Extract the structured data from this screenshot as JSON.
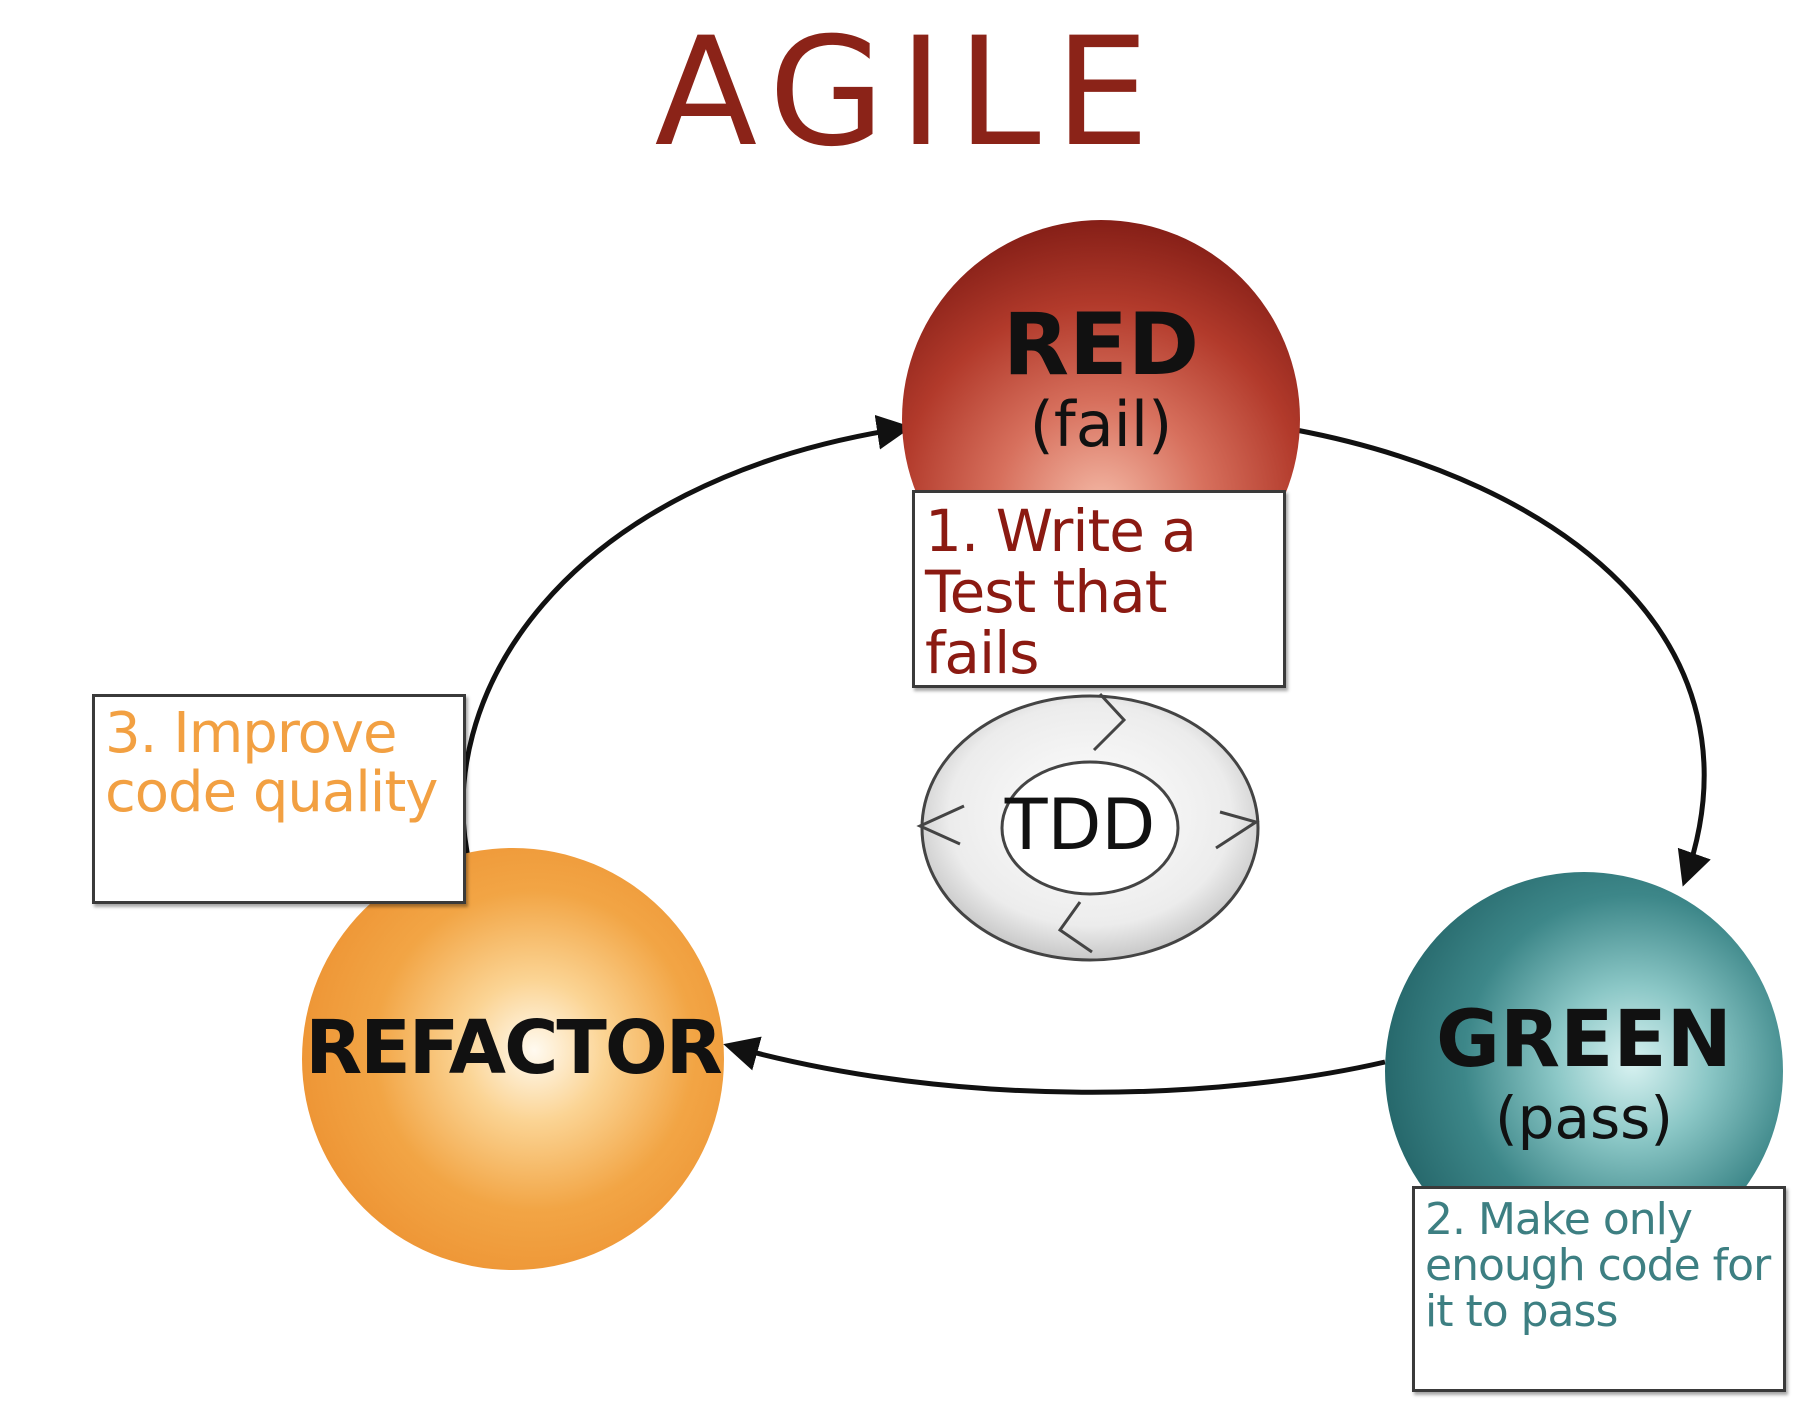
{
  "title": "AGILE",
  "stages": {
    "red": {
      "name": "RED",
      "status": "(fail)",
      "step": "1. Write a Test that fails",
      "color": "#b23a2b"
    },
    "green": {
      "name": "GREEN",
      "status": "(pass)",
      "step": "2. Make only enough code for it to pass",
      "color": "#3d8789"
    },
    "refactor": {
      "name": "REFACTOR",
      "step": "3. Improve code quality",
      "color": "#f2a545"
    }
  },
  "center": {
    "label": "TDD",
    "icon": "cycle-arrows-icon"
  }
}
